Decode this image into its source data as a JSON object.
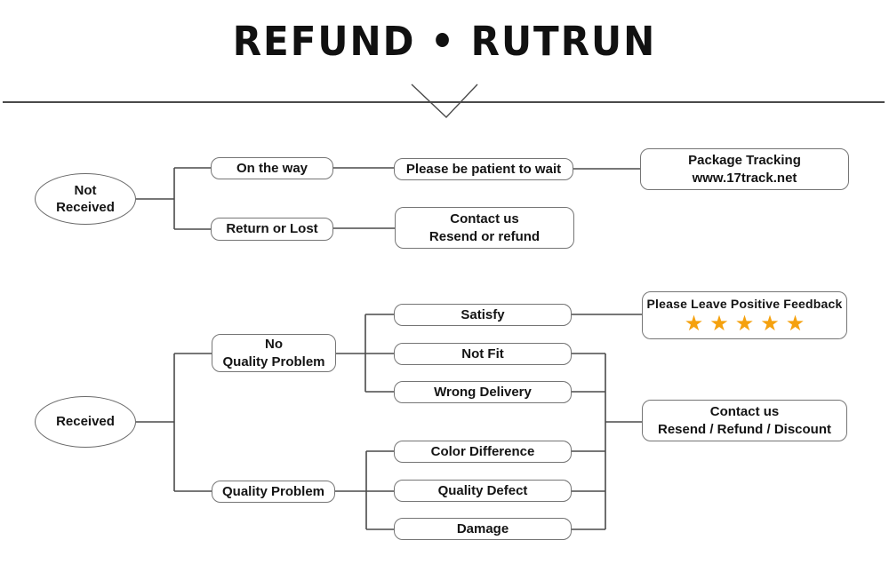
{
  "title": "REFUND • RUTRUN",
  "colors": {
    "star": "#F5A10E",
    "connector": "#4a4a4a",
    "node_border": "#757575"
  },
  "flow": {
    "not_received": {
      "line1": "Not",
      "line2": "Received"
    },
    "on_the_way": {
      "label": "On the way"
    },
    "please_be_patient": {
      "label": "Please be patient to wait"
    },
    "package_tracking": {
      "line1": "Package Tracking",
      "line2": "www.17track.net"
    },
    "return_or_lost": {
      "label": "Return or Lost"
    },
    "contact_resend_refund": {
      "line1": "Contact us",
      "line2": "Resend or refund"
    },
    "received": {
      "label": "Received"
    },
    "no_quality_problem": {
      "line1": "No",
      "line2": "Quality Problem"
    },
    "satisfy": {
      "label": "Satisfy"
    },
    "not_fit": {
      "label": "Not Fit"
    },
    "wrong_delivery": {
      "label": "Wrong Delivery"
    },
    "positive_feedback": {
      "label": "Please Leave Positive Feedback",
      "stars": "★★★★★"
    },
    "quality_problem": {
      "label": "Quality Problem"
    },
    "color_difference": {
      "label": "Color Difference"
    },
    "quality_defect": {
      "label": "Quality Defect"
    },
    "damage": {
      "label": "Damage"
    },
    "contact_discount": {
      "line1": "Contact us",
      "line2": "Resend / Refund / Discount"
    }
  }
}
